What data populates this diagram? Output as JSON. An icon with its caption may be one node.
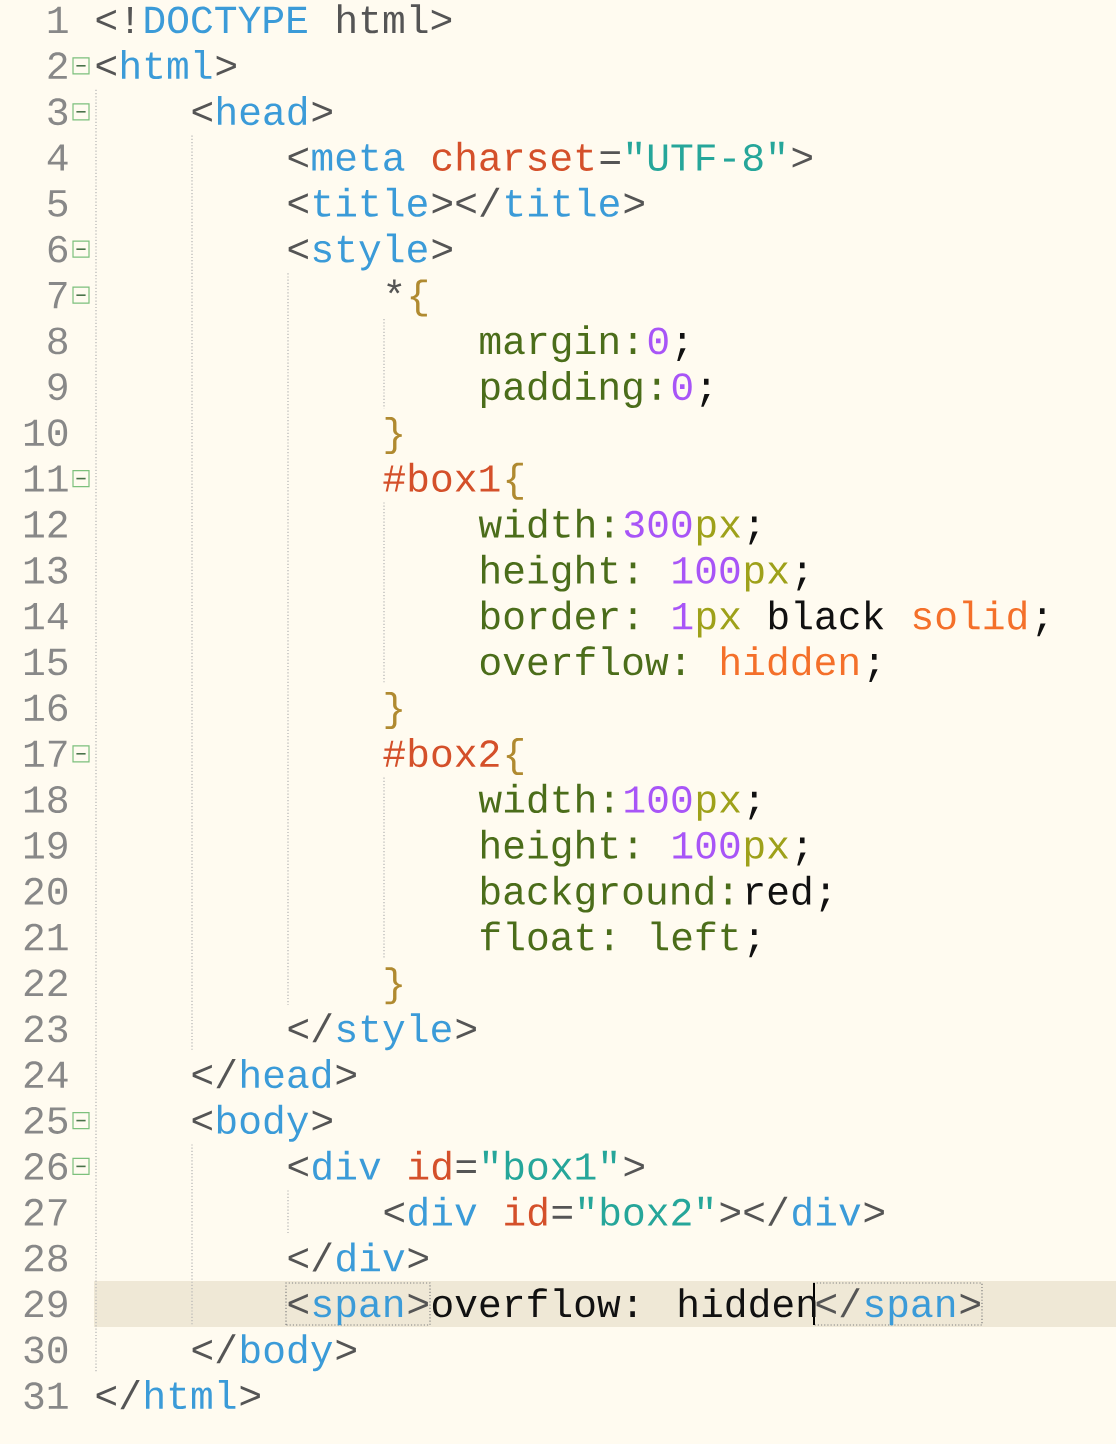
{
  "diagram": {
    "labels": [
      "1",
      "<!",
      "DOCTYPE",
      "html>",
      "2",
      "<",
      "html",
      ">",
      "3",
      "<",
      "head",
      ">",
      "4",
      "<",
      "meta",
      "charset",
      "=",
      "\"UTF-8\"",
      ">",
      "5",
      "<",
      "title",
      "></",
      "title",
      ">",
      "6",
      "<",
      "style",
      ">",
      "7",
      "*",
      "{",
      "8",
      "margin:",
      "0",
      ";",
      "9",
      "padding:",
      "0",
      ";",
      "10",
      "}",
      "11",
      "#box1",
      "{",
      "12",
      "width:",
      "300",
      "px",
      ";",
      "13",
      "height:",
      "100",
      "px",
      ";",
      "14",
      "border:",
      "1",
      "px",
      "black",
      "solid",
      ";",
      "15",
      "overflow:",
      "hidden",
      ";",
      "16",
      "}",
      "17",
      "#box2",
      "{",
      "18",
      "width:",
      "100",
      "px",
      ";",
      "19",
      "height:",
      "100",
      "px",
      ";",
      "20",
      "background:",
      "red;",
      "21",
      "float:",
      "left",
      ";",
      "22",
      "}",
      "23",
      "</",
      "style",
      ">",
      "24",
      "</",
      "head",
      ">",
      "25",
      "<",
      "body",
      ">",
      "26",
      "<",
      "div",
      "id",
      "=",
      "\"box1\"",
      ">",
      "27",
      "<",
      "div",
      "id",
      "=",
      "\"box2\"",
      "></",
      "div",
      ">",
      "28",
      "</",
      "div",
      ">",
      "29",
      "<",
      "span",
      ">",
      "overflow: hidden",
      "</",
      "span",
      ">",
      "30",
      "</",
      "body",
      ">",
      "31",
      "</",
      "html",
      ">"
    ]
  }
}
